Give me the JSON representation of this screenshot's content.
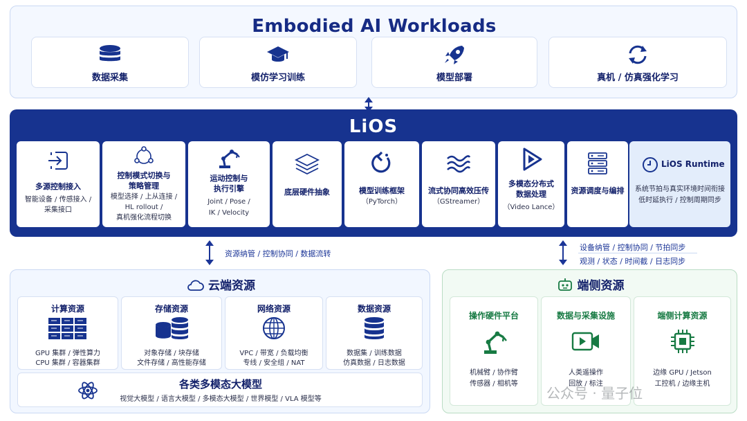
{
  "workloads": {
    "title": "Embodied AI Workloads",
    "items": [
      {
        "label": "数据采集",
        "icon": "database-icon"
      },
      {
        "label": "模仿学习训练",
        "icon": "graduation-cap-icon"
      },
      {
        "label": "模型部署",
        "icon": "rocket-icon"
      },
      {
        "label": "真机 / 仿真强化学习",
        "icon": "refresh-cycle-icon"
      }
    ]
  },
  "lios": {
    "title": "LiOS",
    "modules": [
      {
        "title": "多源控制接入",
        "sub1": "智能设备 / 传感接入 /",
        "sub2": "采集接口",
        "icon": "input-arrow-icon"
      },
      {
        "title1": "控制模式切换与",
        "title2": "策略管理",
        "sub1": "模型选择 / 上从连接 /",
        "sub2": "HL rollout /",
        "sub3": "真机强化流程切换",
        "icon": "network-nodes-icon"
      },
      {
        "title1": "运动控制与",
        "title2": "执行引擎",
        "sub1": "Joint / Pose /",
        "sub2": "IK / Velocity",
        "icon": "robot-arm-icon"
      },
      {
        "title": "底层硬件抽象",
        "icon": "layers-icon"
      },
      {
        "title": "模型训练框架",
        "sub1": "（PyTorch）",
        "icon": "pytorch-icon"
      },
      {
        "title": "流式协同高效压传",
        "sub1": "（GStreamer）",
        "icon": "waves-icon"
      },
      {
        "title1": "多模态分布式",
        "title2": "数据处理",
        "sub1": "（Video Lance）",
        "icon": "play-triangle-icon"
      },
      {
        "title": "资源调度与编排",
        "icon": "server-rack-icon"
      },
      {
        "title": "LiOS Runtime",
        "sub1": "系统节拍与真实环境时间衔接",
        "sub2": "低时延执行 / 控制周期同步",
        "icon": "clock-icon"
      }
    ]
  },
  "links": {
    "cloud": "资源纳管 / 控制协同 / 数据流转",
    "edge1": "设备纳管 / 控制协同 / 节拍同步",
    "edge2": "观测 / 状态 / 时间截 / 日志同步"
  },
  "cloud": {
    "title": "云端资源",
    "icon": "cloud-icon",
    "cards": [
      {
        "title": "计算资源",
        "sub1": "GPU 集群 / 弹性算力",
        "sub2": "CPU 集群 / 容器集群",
        "icon": "server-grid-icon"
      },
      {
        "title": "存储资源",
        "sub1": "对象存储 / 块存储",
        "sub2": "文件存储 / 高性能存储",
        "icon": "storage-cylinders-icon"
      },
      {
        "title": "网络资源",
        "sub1": "VPC / 带宽 / 负载均衡",
        "sub2": "专线 / 安全组 / NAT",
        "icon": "globe-icon"
      },
      {
        "title": "数据资源",
        "sub1": "数据集 / 训练数据",
        "sub2": "仿真数据 / 日志数据",
        "icon": "database-icon"
      }
    ],
    "models": {
      "title": "各类多模态大模型",
      "sub": "视觉大模型 / 语言大模型 / 多模态大模型 / 世界模型 / VLA 模型等",
      "icon": "atom-icon"
    }
  },
  "edge": {
    "title": "端侧资源",
    "icon": "robot-head-icon",
    "cards": [
      {
        "title": "操作硬件平台",
        "sub1": "机械臂 / 协作臂",
        "sub2": "传感器 / 相机等",
        "icon": "robot-arm-icon"
      },
      {
        "title": "数据与采集设施",
        "sub1": "人类遥操作",
        "sub2": "回放 / 标注",
        "icon": "video-camera-icon"
      },
      {
        "title": "端侧计算资源",
        "sub1": "边缘 GPU / Jetson",
        "sub2": "工控机 / 边缘主机",
        "icon": "chip-icon"
      }
    ]
  },
  "watermark": "公众号 · 量子位",
  "colors": {
    "primary": "#17338f",
    "edge_accent": "#177a43",
    "panel_bg": "#f4f8ff"
  }
}
